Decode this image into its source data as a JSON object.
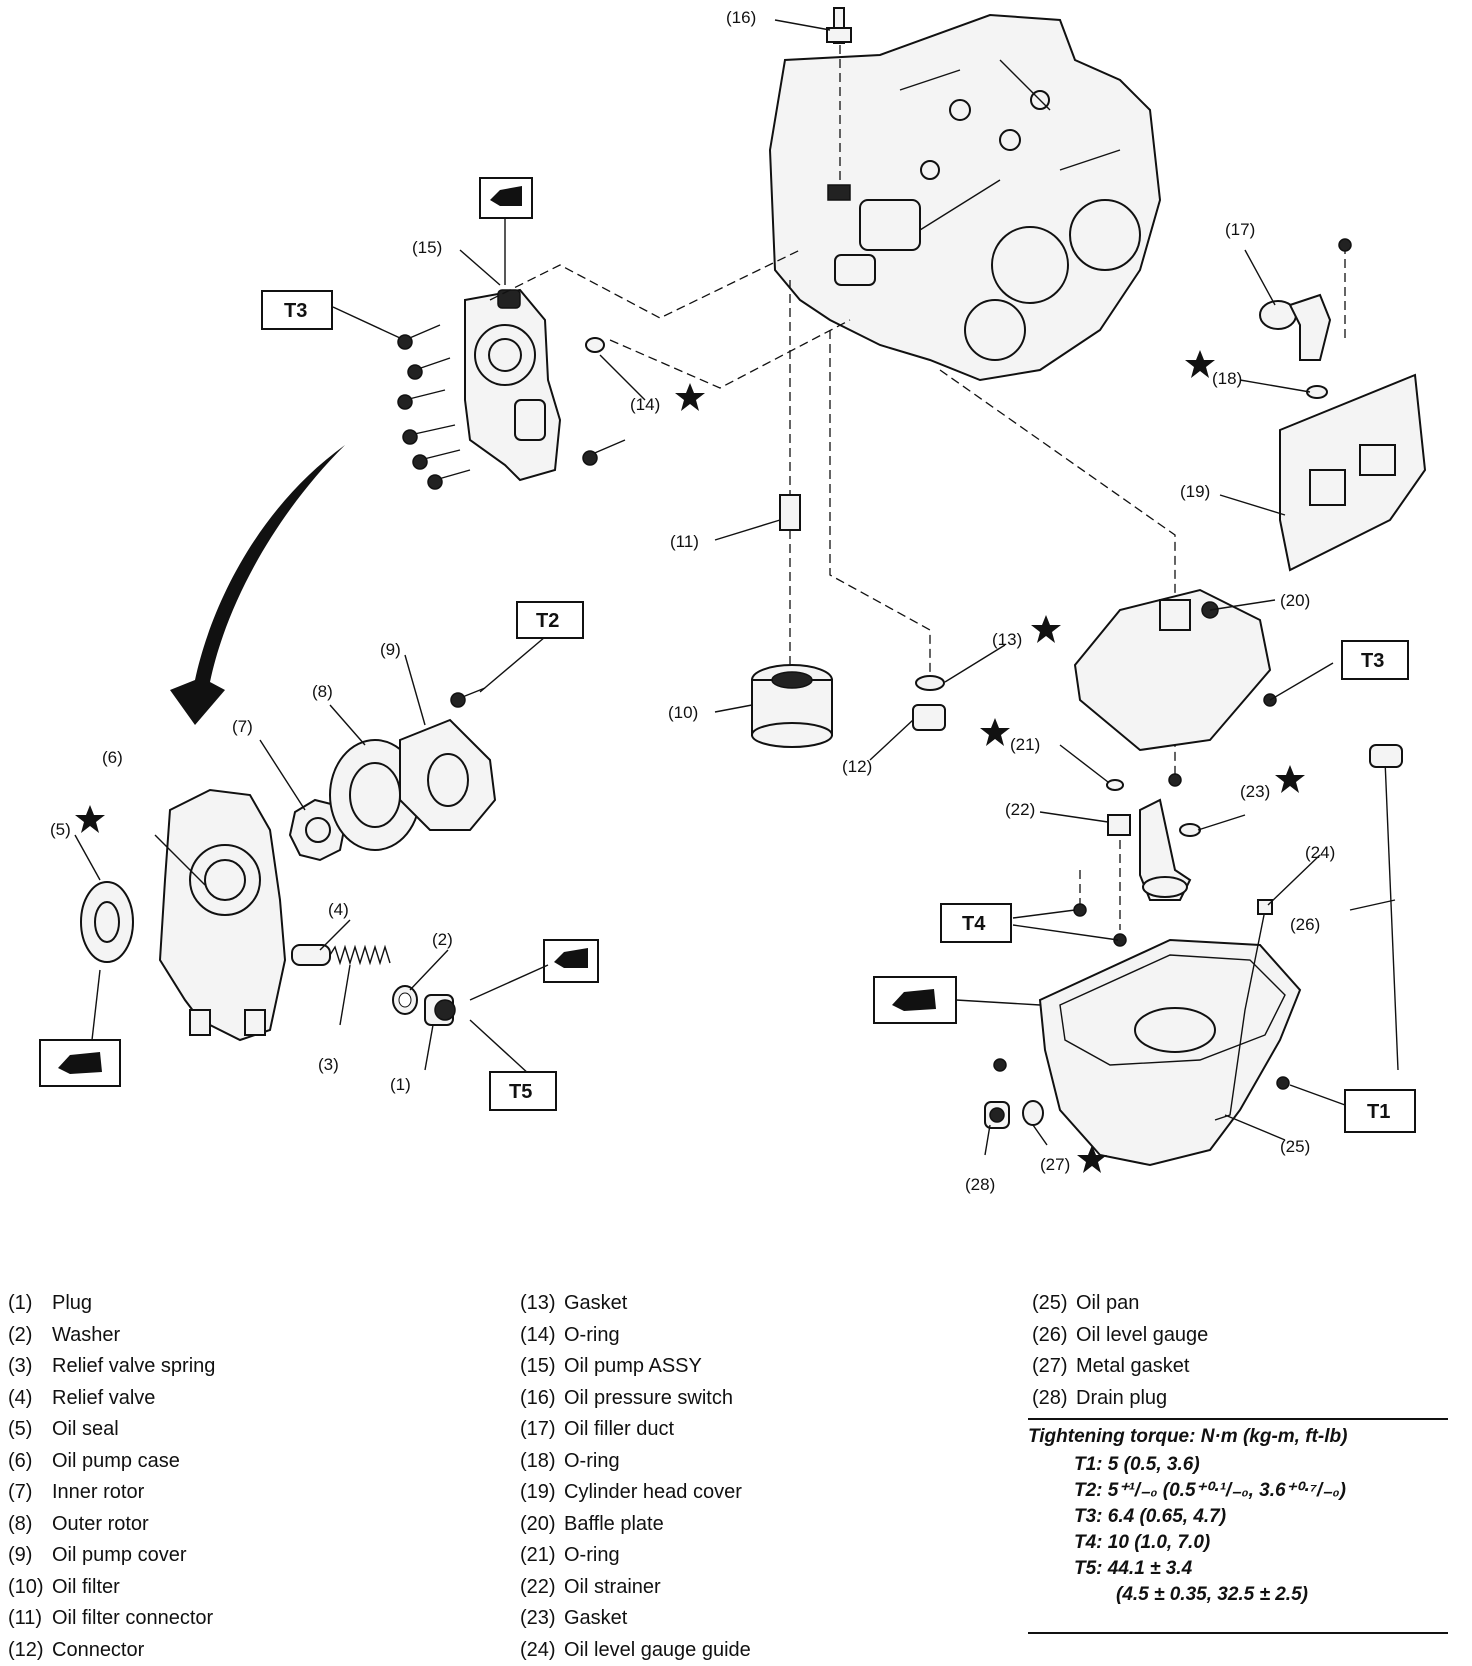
{
  "callouts": {
    "c1": "(1)",
    "c2": "(2)",
    "c3": "(3)",
    "c4": "(4)",
    "c5": "(5)",
    "c6": "(6)",
    "c7": "(7)",
    "c8": "(8)",
    "c9": "(9)",
    "c10": "(10)",
    "c11": "(11)",
    "c12": "(12)",
    "c13": "(13)",
    "c14": "(14)",
    "c15": "(15)",
    "c16": "(16)",
    "c17": "(17)",
    "c18": "(18)",
    "c19": "(19)",
    "c20": "(20)",
    "c21": "(21)",
    "c22": "(22)",
    "c23": "(23)",
    "c24": "(24)",
    "c25": "(25)",
    "c26": "(26)",
    "c27": "(27)",
    "c28": "(28)"
  },
  "torque_boxes": {
    "t1": "T1",
    "t2": "T2",
    "t3a": "T3",
    "t3b": "T3",
    "t4": "T4",
    "t5": "T5"
  },
  "legend": {
    "col1": [
      {
        "num": "(1)",
        "name": "Plug"
      },
      {
        "num": "(2)",
        "name": "Washer"
      },
      {
        "num": "(3)",
        "name": "Relief valve spring"
      },
      {
        "num": "(4)",
        "name": "Relief valve"
      },
      {
        "num": "(5)",
        "name": "Oil seal"
      },
      {
        "num": "(6)",
        "name": "Oil pump case"
      },
      {
        "num": "(7)",
        "name": "Inner rotor"
      },
      {
        "num": "(8)",
        "name": "Outer rotor"
      },
      {
        "num": "(9)",
        "name": "Oil pump cover"
      },
      {
        "num": "(10)",
        "name": "Oil filter"
      },
      {
        "num": "(11)",
        "name": "Oil filter connector"
      },
      {
        "num": "(12)",
        "name": "Connector"
      }
    ],
    "col2": [
      {
        "num": "(13)",
        "name": "Gasket"
      },
      {
        "num": "(14)",
        "name": "O-ring"
      },
      {
        "num": "(15)",
        "name": "Oil pump ASSY"
      },
      {
        "num": "(16)",
        "name": "Oil pressure switch"
      },
      {
        "num": "(17)",
        "name": "Oil filler duct"
      },
      {
        "num": "(18)",
        "name": "O-ring"
      },
      {
        "num": "(19)",
        "name": "Cylinder head cover"
      },
      {
        "num": "(20)",
        "name": "Baffle plate"
      },
      {
        "num": "(21)",
        "name": "O-ring"
      },
      {
        "num": "(22)",
        "name": "Oil strainer"
      },
      {
        "num": "(23)",
        "name": "Gasket"
      },
      {
        "num": "(24)",
        "name": "Oil level gauge guide"
      }
    ],
    "col3": [
      {
        "num": "(25)",
        "name": "Oil pan"
      },
      {
        "num": "(26)",
        "name": "Oil level gauge"
      },
      {
        "num": "(27)",
        "name": "Metal gasket"
      },
      {
        "num": "(28)",
        "name": "Drain plug"
      }
    ]
  },
  "torque": {
    "title": "Tightening torque: N·m (kg-m, ft-lb)",
    "t1": "T1: 5 (0.5, 3.6)",
    "t2": "T2: 5⁺¹/₋₀ (0.5⁺⁰·¹/₋₀, 3.6⁺⁰·⁷/₋₀)",
    "t3": "T3: 6.4 (0.65, 4.7)",
    "t4": "T4: 10 (1.0, 7.0)",
    "t5": "T5: 44.1 ± 3.4",
    "t5b": "(4.5 ± 0.35, 32.5 ± 2.5)"
  }
}
